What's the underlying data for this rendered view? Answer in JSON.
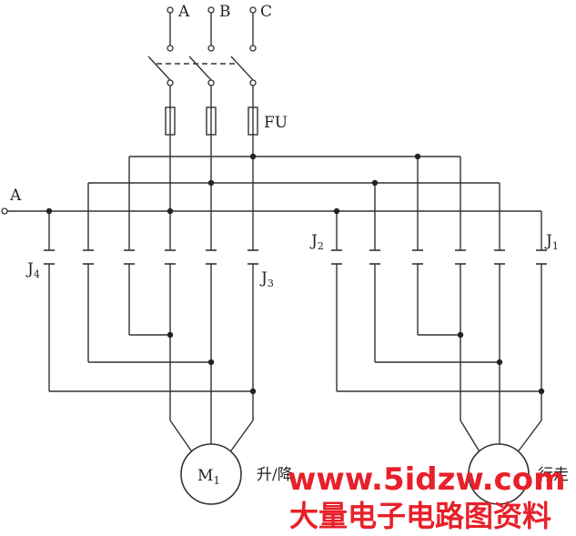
{
  "labels": {
    "phase_a": "A",
    "phase_b": "B",
    "phase_c": "C",
    "fuse": "FU",
    "control_input": "A",
    "j1": "J",
    "j1_sub": "1",
    "j2": "J",
    "j2_sub": "2",
    "j3": "J",
    "j3_sub": "3",
    "j4": "J",
    "j4_sub": "4",
    "motor1": "M",
    "motor1_sub": "1",
    "motor1_caption": "升/降",
    "motor2_caption": "行走"
  },
  "watermark": {
    "url": "www.5idzw.com",
    "site_name": "大量电子电路图资料",
    "color": "#e8202a"
  }
}
